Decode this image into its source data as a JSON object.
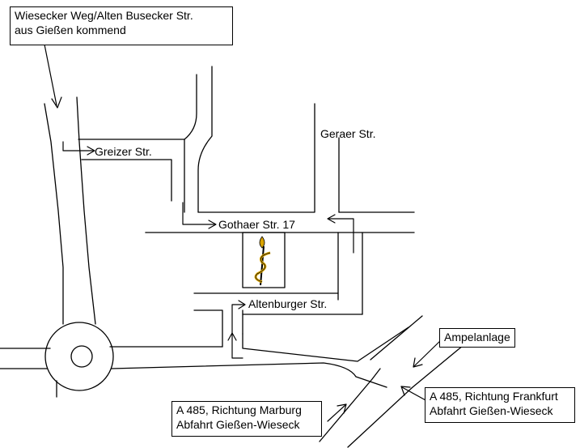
{
  "callouts": {
    "from_giessen": {
      "line1": "Wiesecker Weg/Alten Busecker Str.",
      "line2": "aus Gießen kommend"
    },
    "traffic_light": "Ampelanlage",
    "a485_frankfurt": {
      "line1": "A 485, Richtung Frankfurt",
      "line2": "Abfahrt Gießen-Wieseck"
    },
    "a485_marburg": {
      "line1": "A 485, Richtung Marburg",
      "line2": "Abfahrt Gießen-Wieseck"
    }
  },
  "streets": {
    "greizer": "Greizer Str.",
    "geraer": "Geraer Str.",
    "gothaer": "Gothaer Str. 17",
    "altenburger": "Altenburger Str."
  },
  "icons": {
    "destination": "aesculapian-staff-icon"
  },
  "colors": {
    "road": "#000000",
    "background": "#ffffff",
    "icon_gold": "#d9a400"
  }
}
